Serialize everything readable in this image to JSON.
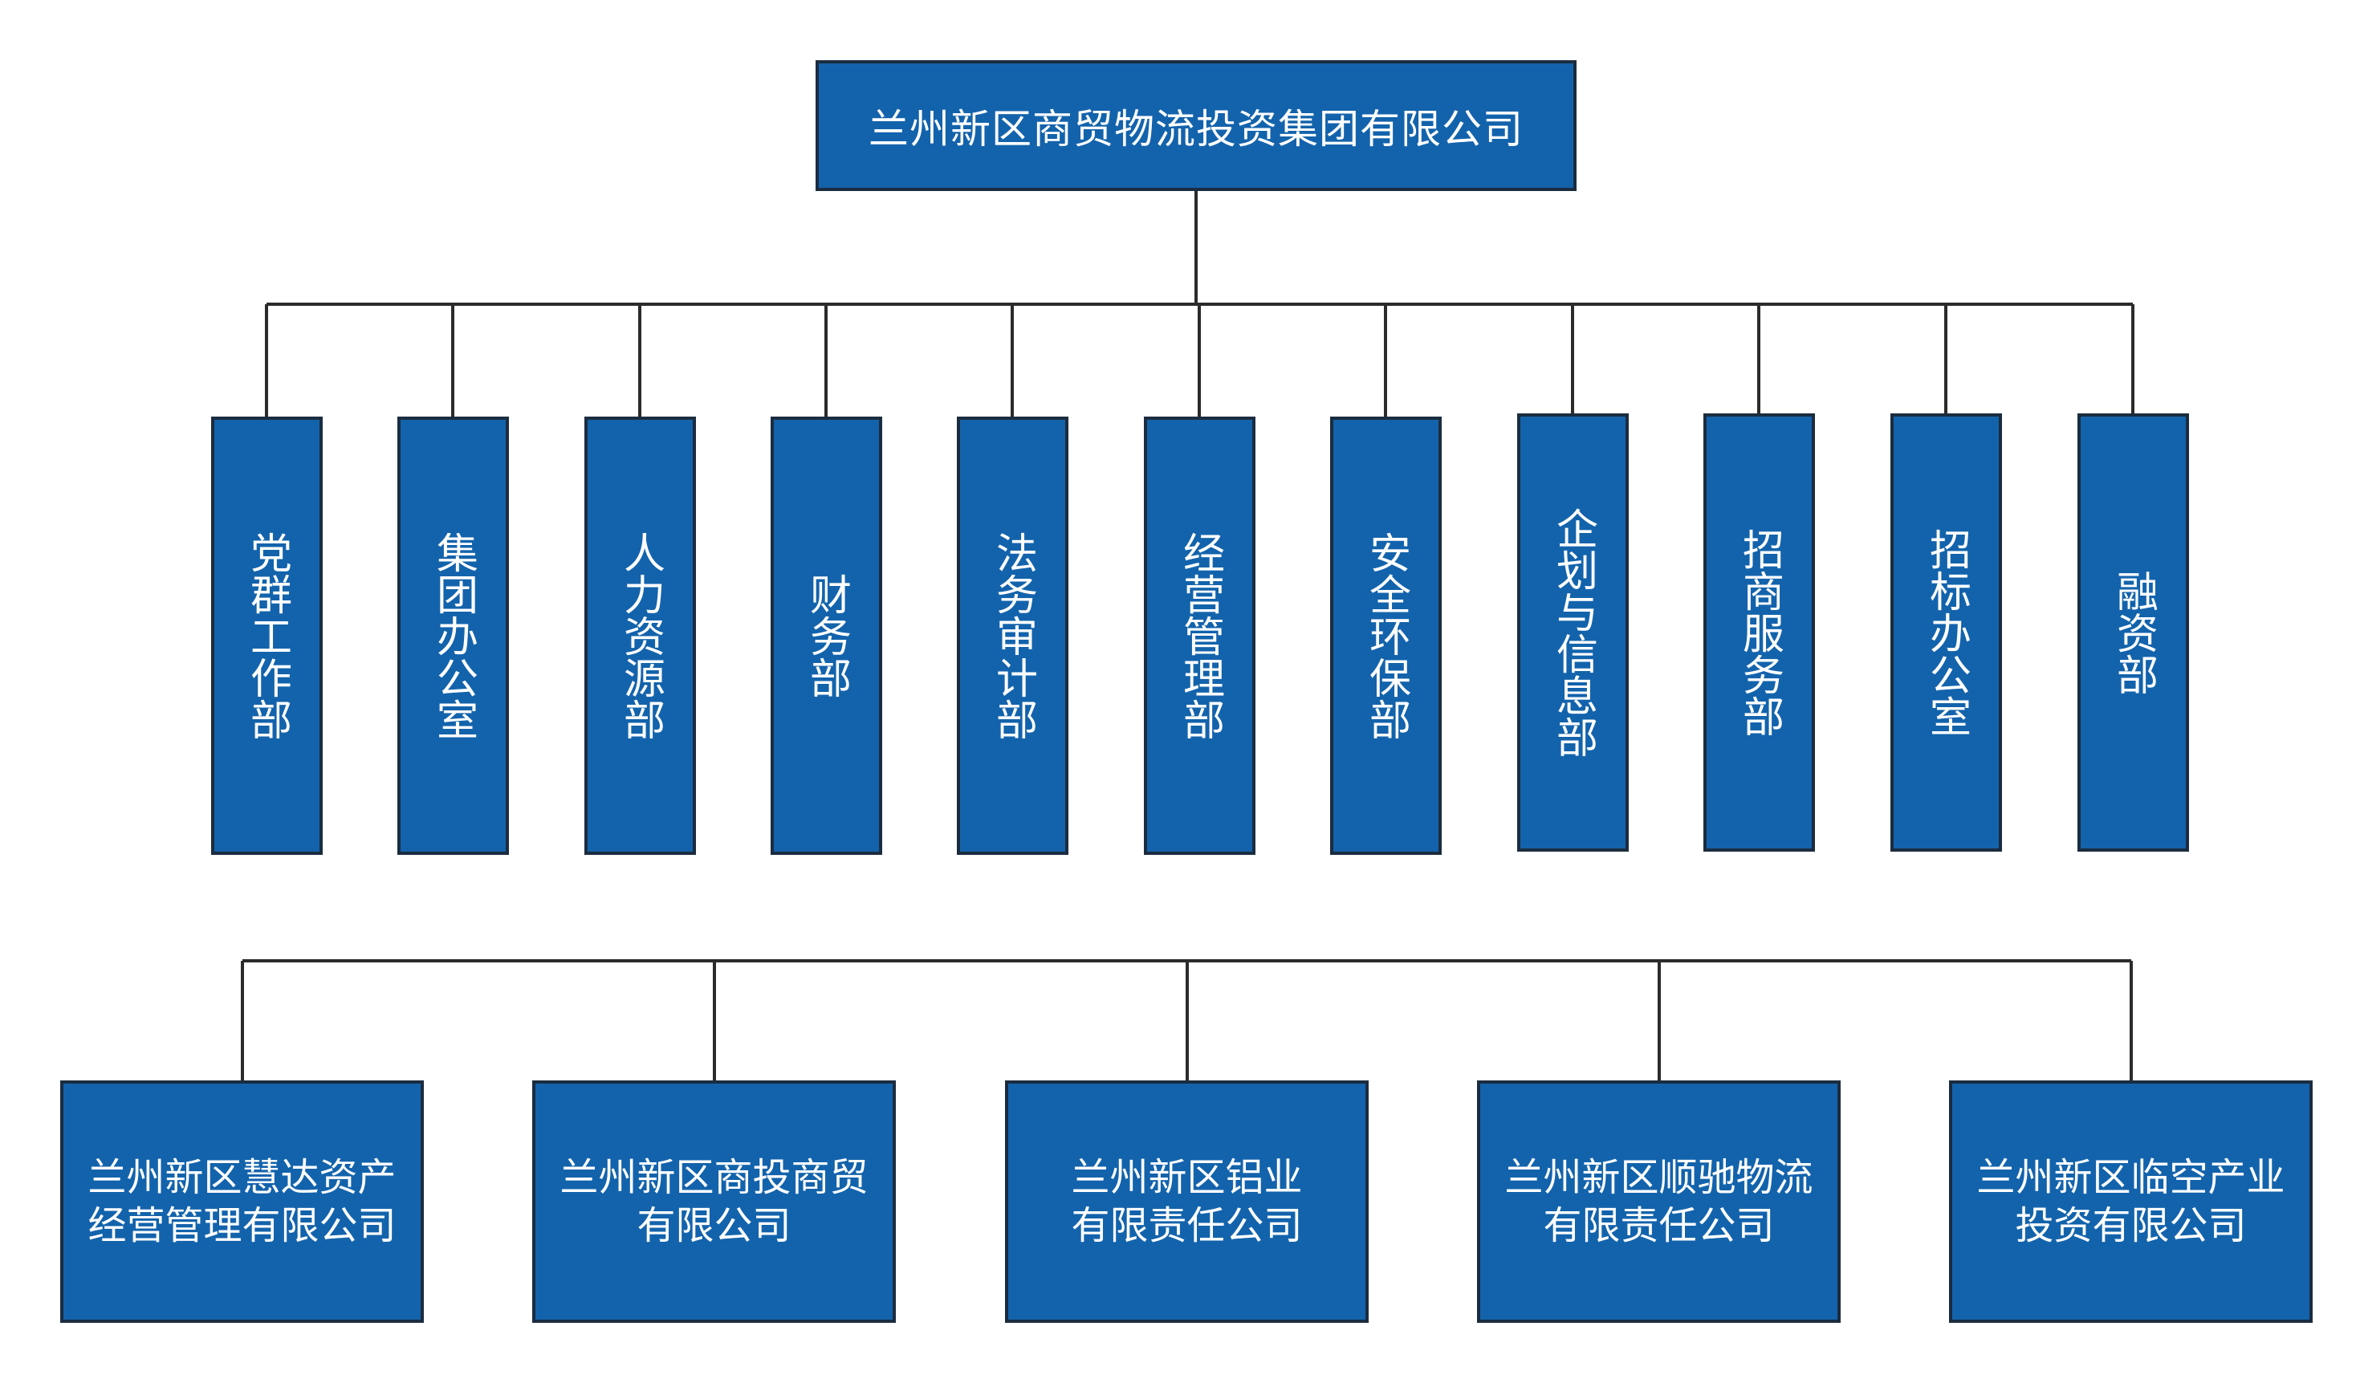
{
  "top": {
    "title": "兰州新区商贸物流投资集团有限公司"
  },
  "departments": [
    {
      "label": "党群工作部"
    },
    {
      "label": "集团办公室"
    },
    {
      "label": "人力资源部"
    },
    {
      "label": "财务部"
    },
    {
      "label": "法务审计部"
    },
    {
      "label": "经营管理部"
    },
    {
      "label": "安全环保部"
    },
    {
      "label": "企划与信息部"
    },
    {
      "label": "招商服务部"
    },
    {
      "label": "招标办公室"
    },
    {
      "label": "融资部"
    }
  ],
  "subsidiaries": [
    {
      "label": "兰州新区慧达资产\n经营管理有限公司"
    },
    {
      "label": "兰州新区商投商贸\n有限公司"
    },
    {
      "label": "兰州新区铝业\n有限责任公司"
    },
    {
      "label": "兰州新区顺驰物流\n有限责任公司"
    },
    {
      "label": "兰州新区临空产业\n投资有限公司"
    }
  ],
  "colors": {
    "box_fill": "#1363ac",
    "box_border": "#1b2c3f",
    "connector": "#2b2b2b",
    "text": "#ffffff"
  }
}
